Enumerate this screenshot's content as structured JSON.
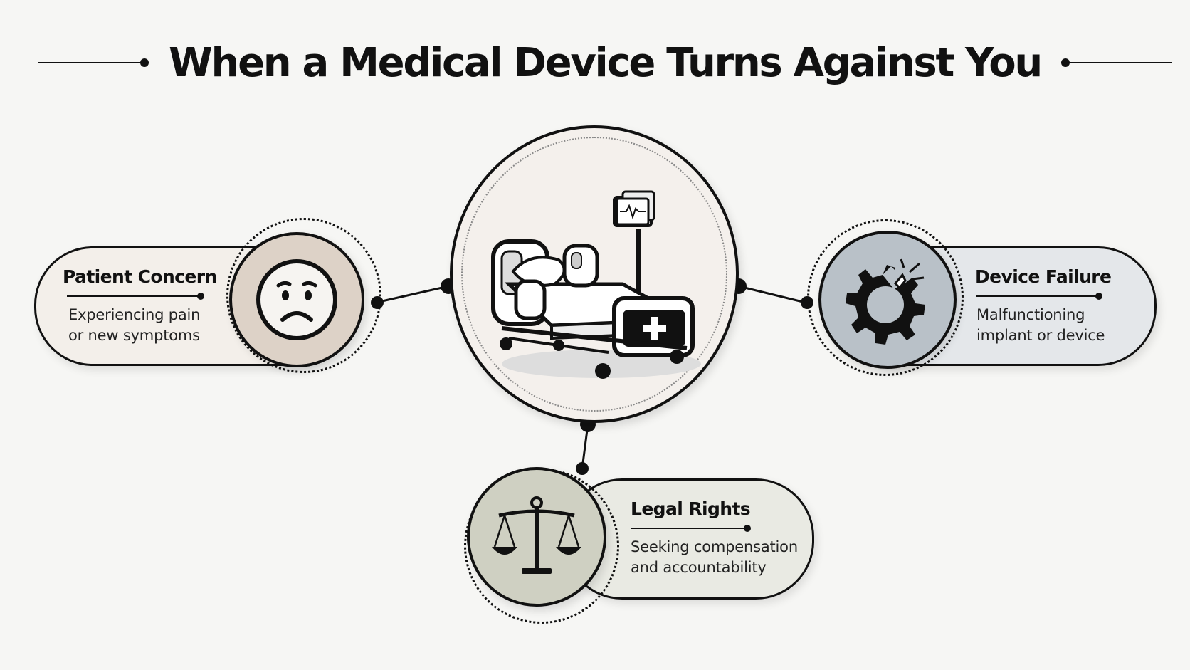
{
  "title": "When a Medical Device Turns Against You",
  "center": {
    "icon": "hospital-bed-with-monitor-icon"
  },
  "nodes": {
    "patient": {
      "title": "Patient Concern",
      "description": "Experiencing pain\nor new symptoms",
      "icon": "sad-face-icon",
      "circle_color": "#ddd2c7",
      "card_color": "#f3efea"
    },
    "device": {
      "title": "Device Failure",
      "description": "Malfunctioning\nimplant or device",
      "icon": "broken-gear-icon",
      "circle_color": "#b9c1c8",
      "card_color": "#e4e7ea"
    },
    "legal": {
      "title": "Legal Rights",
      "description": "Seeking compensation\nand accountability",
      "icon": "scales-of-justice-icon",
      "circle_color": "#cfd0c2",
      "card_color": "#e9eae3"
    }
  },
  "colors": {
    "line": "#111111",
    "background": "#f6f6f4",
    "center_fill": "#f4f0ec"
  }
}
